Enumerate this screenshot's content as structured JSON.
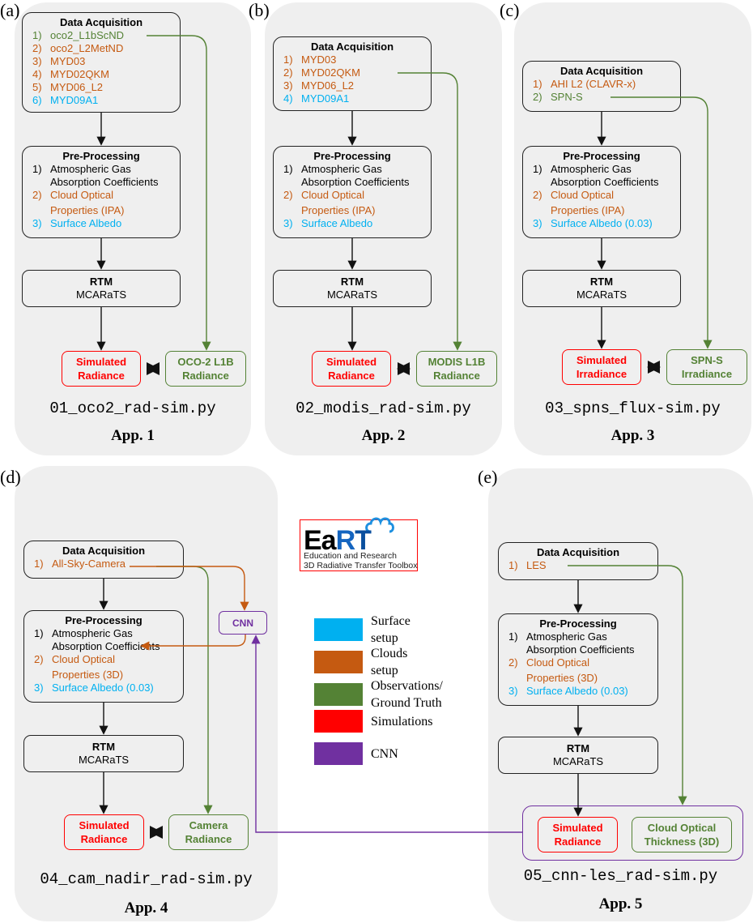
{
  "colors": {
    "surface": "#00b0f0",
    "clouds": "#c55a11",
    "observations": "#548235",
    "simulations": "#ff0000",
    "cnn": "#7030a0",
    "panel_bg": "#efefef"
  },
  "panels": {
    "a": {
      "label": "(a)",
      "acq_title": "Data Acquisition",
      "acq_items": [
        {
          "num": "1)",
          "text": "oco2_L1bScND",
          "category": "observations"
        },
        {
          "num": "2)",
          "text": "oco2_L2MetND",
          "category": "clouds"
        },
        {
          "num": "3)",
          "text": "MYD03",
          "category": "clouds"
        },
        {
          "num": "4)",
          "text": "MYD02QKM",
          "category": "clouds"
        },
        {
          "num": "5)",
          "text": "MYD06_L2",
          "category": "clouds"
        },
        {
          "num": "6)",
          "text": "MYD09A1",
          "category": "surface"
        }
      ],
      "pre_title": "Pre-Processing",
      "pre_items": [
        {
          "num": "1)",
          "lines": [
            "Atmospheric Gas",
            "Absorption Coefficients"
          ],
          "category": "none"
        },
        {
          "num": "2)",
          "lines": [
            "Cloud Optical",
            "Properties (IPA)"
          ],
          "category": "clouds"
        },
        {
          "num": "3)",
          "lines": [
            "Surface Albedo"
          ],
          "category": "surface"
        }
      ],
      "rtm_title": "RTM",
      "rtm_sub": "MCARaTS",
      "sim_line1": "Simulated",
      "sim_line2": "Radiance",
      "obs_line1": "OCO-2 L1B",
      "obs_line2": "Radiance",
      "script": "01_oco2_rad-sim.py",
      "app": "App. 1"
    },
    "b": {
      "label": "(b)",
      "acq_title": "Data Acquisition",
      "acq_items": [
        {
          "num": "1)",
          "text": "MYD03",
          "category": "clouds"
        },
        {
          "num": "2)",
          "text": "MYD02QKM",
          "category": "clouds"
        },
        {
          "num": "3)",
          "text": "MYD06_L2",
          "category": "clouds"
        },
        {
          "num": "4)",
          "text": "MYD09A1",
          "category": "surface"
        }
      ],
      "pre_title": "Pre-Processing",
      "pre_items": [
        {
          "num": "1)",
          "lines": [
            "Atmospheric Gas",
            "Absorption Coefficients"
          ],
          "category": "none"
        },
        {
          "num": "2)",
          "lines": [
            "Cloud Optical",
            "Properties (IPA)"
          ],
          "category": "clouds"
        },
        {
          "num": "3)",
          "lines": [
            "Surface Albedo"
          ],
          "category": "surface"
        }
      ],
      "rtm_title": "RTM",
      "rtm_sub": "MCARaTS",
      "sim_line1": "Simulated",
      "sim_line2": "Radiance",
      "obs_line1": "MODIS L1B",
      "obs_line2": "Radiance",
      "script": "02_modis_rad-sim.py",
      "app": "App. 2"
    },
    "c": {
      "label": "(c)",
      "acq_title": "Data Acquisition",
      "acq_items": [
        {
          "num": "1)",
          "text": "AHI L2 (CLAVR-x)",
          "category": "clouds"
        },
        {
          "num": "2)",
          "text": "SPN-S",
          "category": "observations"
        }
      ],
      "pre_title": "Pre-Processing",
      "pre_items": [
        {
          "num": "1)",
          "lines": [
            "Atmospheric Gas",
            "Absorption Coefficients"
          ],
          "category": "none"
        },
        {
          "num": "2)",
          "lines": [
            "Cloud Optical",
            "Properties (IPA)"
          ],
          "category": "clouds"
        },
        {
          "num": "3)",
          "lines": [
            "Surface Albedo (0.03)"
          ],
          "category": "surface"
        }
      ],
      "rtm_title": "RTM",
      "rtm_sub": "MCARaTS",
      "sim_line1": "Simulated",
      "sim_line2": "Irradiance",
      "obs_line1": "SPN-S",
      "obs_line2": "Irradiance",
      "script": "03_spns_flux-sim.py",
      "app": "App. 3"
    },
    "d": {
      "label": "(d)",
      "acq_title": "Data Acquisition",
      "acq_items": [
        {
          "num": "1)",
          "text": "All-Sky-Camera",
          "category": "clouds"
        }
      ],
      "pre_title": "Pre-Processing",
      "pre_items": [
        {
          "num": "1)",
          "lines": [
            "Atmospheric Gas",
            "Absorption Coefficients"
          ],
          "category": "none"
        },
        {
          "num": "2)",
          "lines": [
            "Cloud Optical",
            "Properties (3D)"
          ],
          "category": "clouds"
        },
        {
          "num": "3)",
          "lines": [
            "Surface Albedo (0.03)"
          ],
          "category": "surface"
        }
      ],
      "rtm_title": "RTM",
      "rtm_sub": "MCARaTS",
      "cnn_label": "CNN",
      "sim_line1": "Simulated",
      "sim_line2": "Radiance",
      "obs_line1": "Camera",
      "obs_line2": "Radiance",
      "script": "04_cam_nadir_rad-sim.py",
      "app": "App. 4"
    },
    "e": {
      "label": "(e)",
      "acq_title": "Data Acquisition",
      "acq_items": [
        {
          "num": "1)",
          "text": "LES",
          "category": "clouds"
        }
      ],
      "pre_title": "Pre-Processing",
      "pre_items": [
        {
          "num": "1)",
          "lines": [
            "Atmospheric Gas",
            "Absorption Coefficients"
          ],
          "category": "none"
        },
        {
          "num": "2)",
          "lines": [
            "Cloud Optical",
            "Properties (3D)"
          ],
          "category": "clouds"
        },
        {
          "num": "3)",
          "lines": [
            "Surface Albedo (0.03)"
          ],
          "category": "surface"
        }
      ],
      "rtm_title": "RTM",
      "rtm_sub": "MCARaTS",
      "sim_line1": "Simulated",
      "sim_line2": "Radiance",
      "obs_line1": "Cloud Optical",
      "obs_line2": "Thickness (3D)",
      "script": "05_cnn-les_rad-sim.py",
      "app": "App. 5"
    }
  },
  "logo": {
    "word_e": "Ea",
    "word_r": "R",
    "word_t": "T",
    "line1": "Education and Research",
    "line2": "3D Radiative Transfer Toolbox"
  },
  "legend": [
    {
      "label": "Surface setup",
      "color": "#00b0f0"
    },
    {
      "label": "Clouds setup",
      "color": "#c55a11"
    },
    {
      "label": "Observations/ Ground Truth",
      "color": "#548235"
    },
    {
      "label": "Simulations",
      "color": "#ff0000"
    },
    {
      "label": "CNN",
      "color": "#7030a0"
    }
  ]
}
